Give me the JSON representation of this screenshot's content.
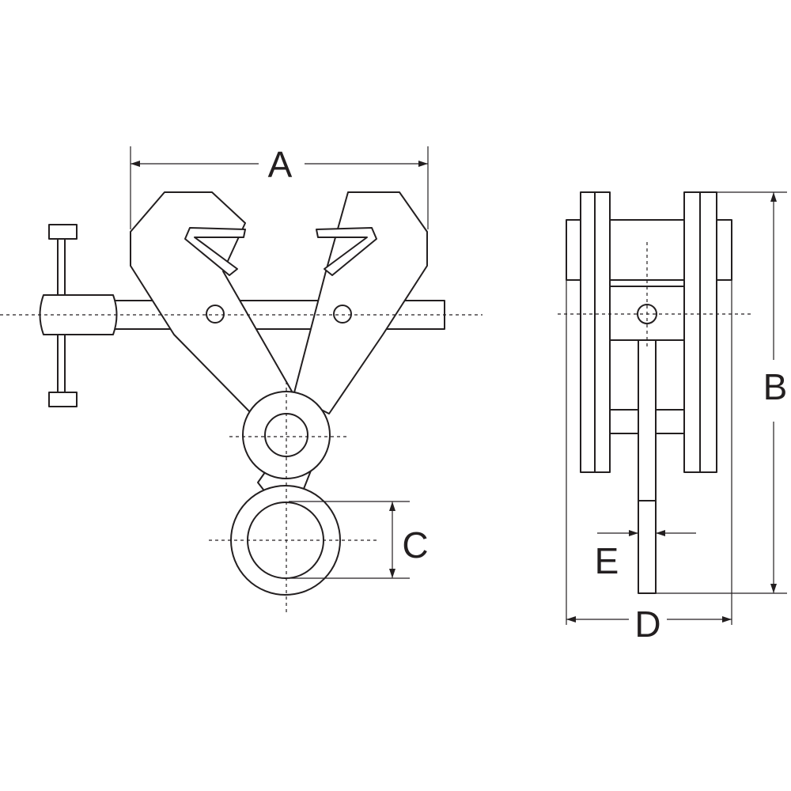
{
  "dimensions": {
    "a": "A",
    "b": "B",
    "c": "C",
    "d": "D",
    "e": "E"
  },
  "colors": {
    "line": "#231f20",
    "background": "#ffffff"
  }
}
